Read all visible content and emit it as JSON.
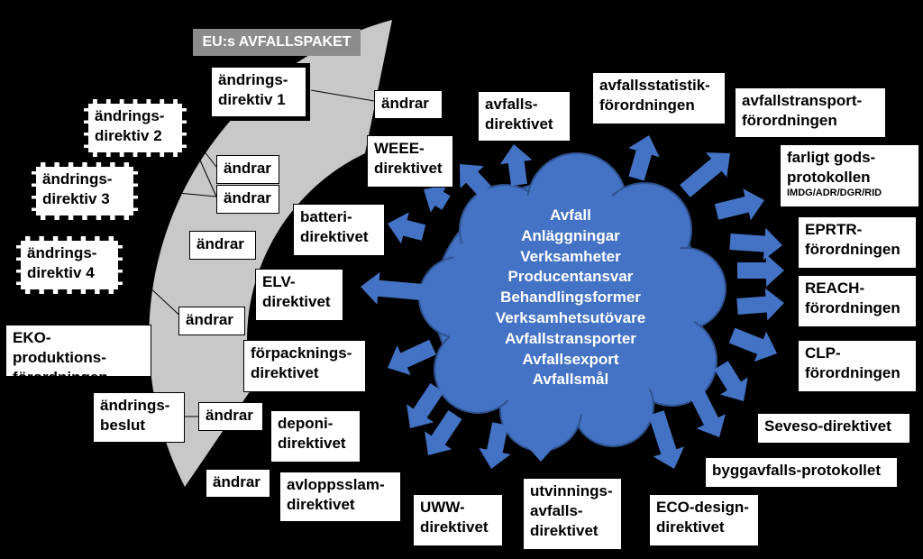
{
  "colors": {
    "background": "#000000",
    "arc": "#c8c8c8",
    "cloud": "#4472c4",
    "arrow": "#4472c4",
    "title_bg": "#8c8c8c"
  },
  "package_title": "EU:s AVFALLSPAKET",
  "amendments": [
    {
      "id": "ad1",
      "text": "ändrings-\ndirektiv 1"
    },
    {
      "id": "ad2",
      "text": "ändrings-\ndirektiv 2"
    },
    {
      "id": "ad3",
      "text": "ändrings-\ndirektiv 3"
    },
    {
      "id": "ad4",
      "text": "ändrings-\ndirektiv 4"
    },
    {
      "id": "eko",
      "text": "EKO-produktions-\nförordningen"
    },
    {
      "id": "beslut",
      "text": "ändrings-\nbeslut"
    }
  ],
  "andrar_label": "ändrar",
  "left_items": [
    {
      "id": "weee",
      "text": "WEEE-\ndirektivet"
    },
    {
      "id": "batteri",
      "text": "batteri-\ndirektivet"
    },
    {
      "id": "elv",
      "text": "ELV-\ndirektivet"
    },
    {
      "id": "forpackning",
      "text": "förpacknings-\ndirektivet"
    },
    {
      "id": "deponi",
      "text": "deponi-\ndirektivet"
    },
    {
      "id": "avlopp",
      "text": "avloppsslam-\ndirektivet"
    }
  ],
  "right_items": [
    {
      "id": "avfallsdir",
      "text": "avfalls-\ndirektivet"
    },
    {
      "id": "statistik",
      "text": "avfallsstatistik-\nförordningen"
    },
    {
      "id": "transport",
      "text": "avfallstransport-\nförordningen"
    },
    {
      "id": "farligt",
      "text": "farligt gods-\nprotokollen",
      "sub": "IMDG/ADR/DGR/RID"
    },
    {
      "id": "eprtr",
      "text": "EPRTR-\nförordningen"
    },
    {
      "id": "reach",
      "text": "REACH-\nförordningen"
    },
    {
      "id": "clp",
      "text": "CLP-\nförordningen"
    },
    {
      "id": "seveso",
      "text": "Seveso-direktivet"
    },
    {
      "id": "byggavfall",
      "text": "byggavfalls-protokollet"
    },
    {
      "id": "ecodesign",
      "text": "ECO-design-\ndirektivet"
    },
    {
      "id": "utvinning",
      "text": "utvinnings-\navfalls-\ndirektivet"
    },
    {
      "id": "uww",
      "text": "UWW-\ndirektivet"
    }
  ],
  "cloud_lines": [
    "Avfall",
    "Anläggningar",
    "Verksamheter",
    "Producentansvar",
    "Behandlingsformer",
    "Verksamhetsutövare",
    "Avfallstransporter",
    "Avfallsexport",
    "Avfallsmål"
  ]
}
